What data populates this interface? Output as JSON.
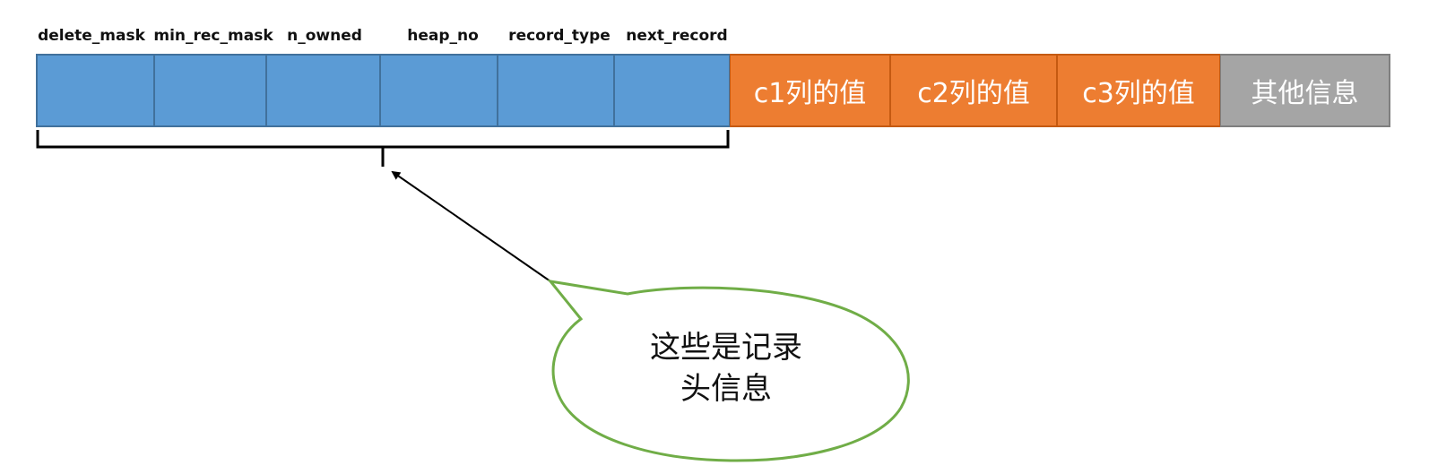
{
  "header_fields": [
    {
      "label": "delete_mask"
    },
    {
      "label": "min_rec_mask"
    },
    {
      "label": "n_owned"
    },
    {
      "label": "heap_no"
    },
    {
      "label": "record_type"
    },
    {
      "label": "next_record"
    }
  ],
  "columns": [
    {
      "label": "c1列的值"
    },
    {
      "label": "c2列的值"
    },
    {
      "label": "c3列的值"
    }
  ],
  "other": {
    "label": "其他信息"
  },
  "callout": {
    "line1": "这些是记录",
    "line2": "头信息"
  },
  "colors": {
    "header_fill": "#5b9bd5",
    "column_fill": "#ed7d31",
    "other_fill": "#a5a5a5",
    "callout_stroke": "#70ad47"
  }
}
